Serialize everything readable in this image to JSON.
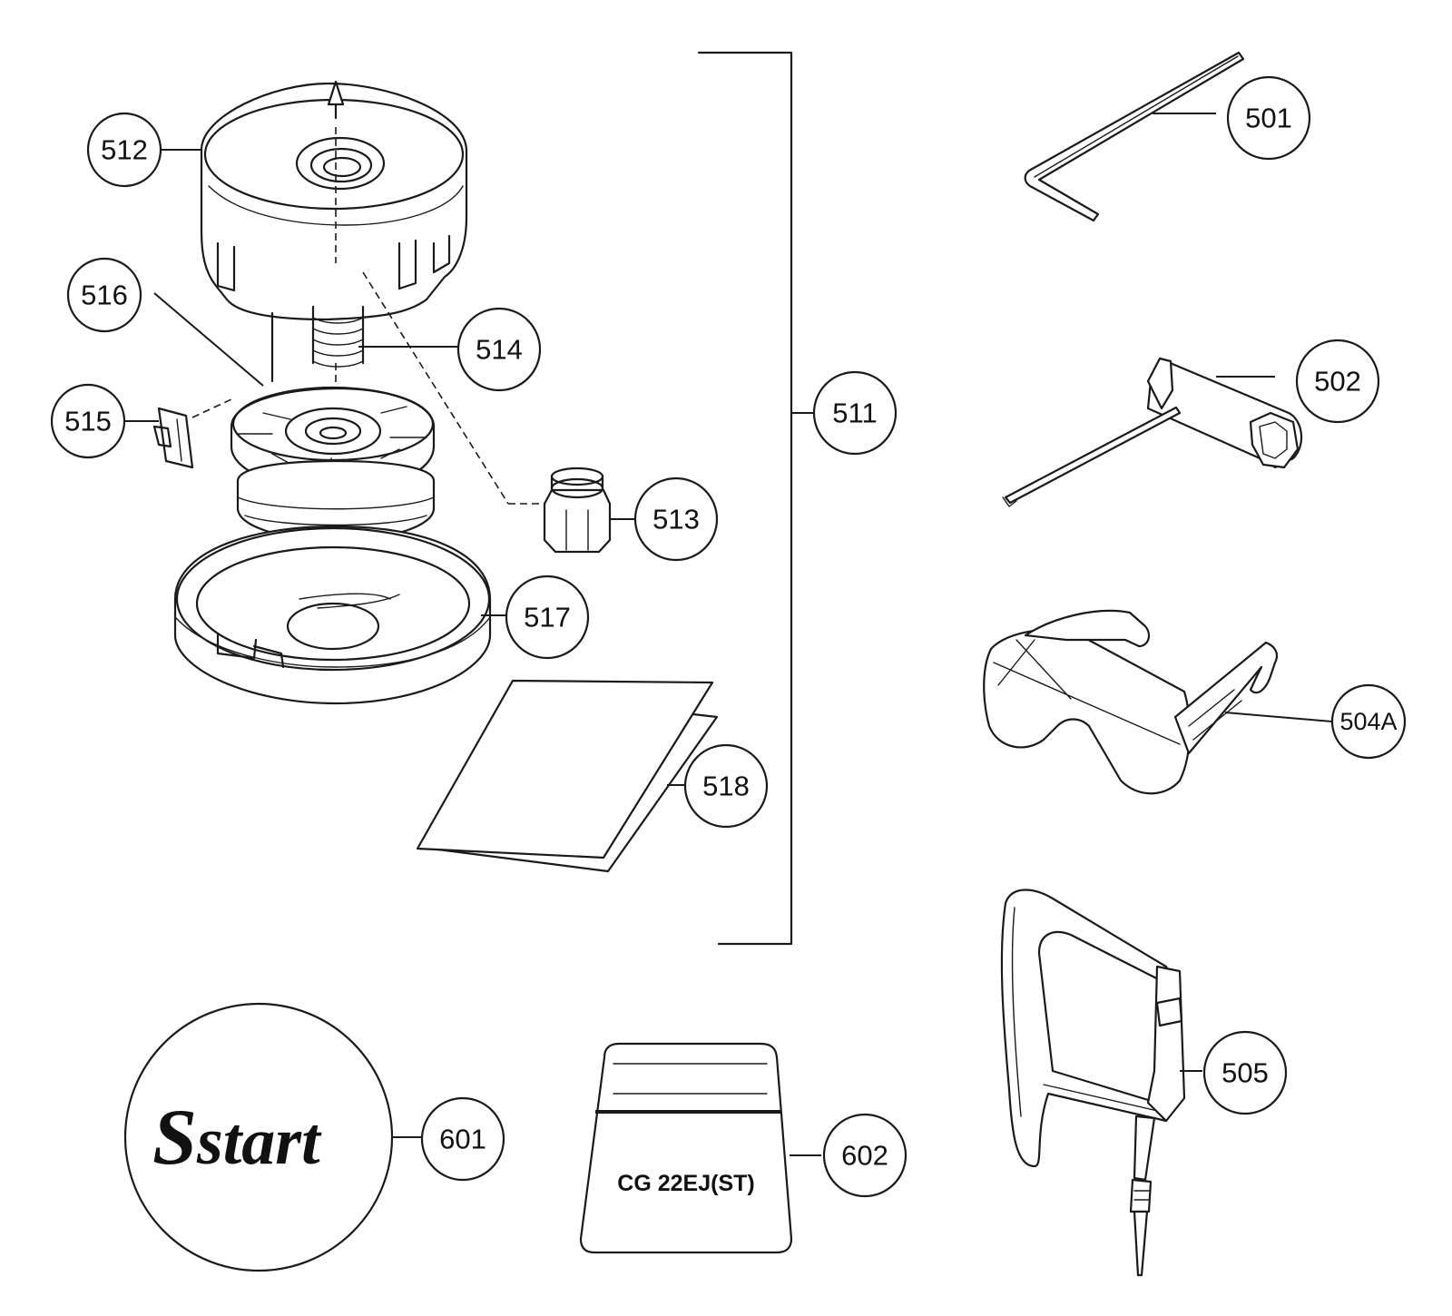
{
  "callouts": {
    "c501": "501",
    "c502": "502",
    "c504a": "504A",
    "c505": "505",
    "c511": "511",
    "c512": "512",
    "c513": "513",
    "c514": "514",
    "c515": "515",
    "c516": "516",
    "c517": "517",
    "c518": "518",
    "c601": "601",
    "c602": "602"
  },
  "sticker": {
    "logo_text": "start",
    "label_text": "CG 22EJ(ST)"
  }
}
